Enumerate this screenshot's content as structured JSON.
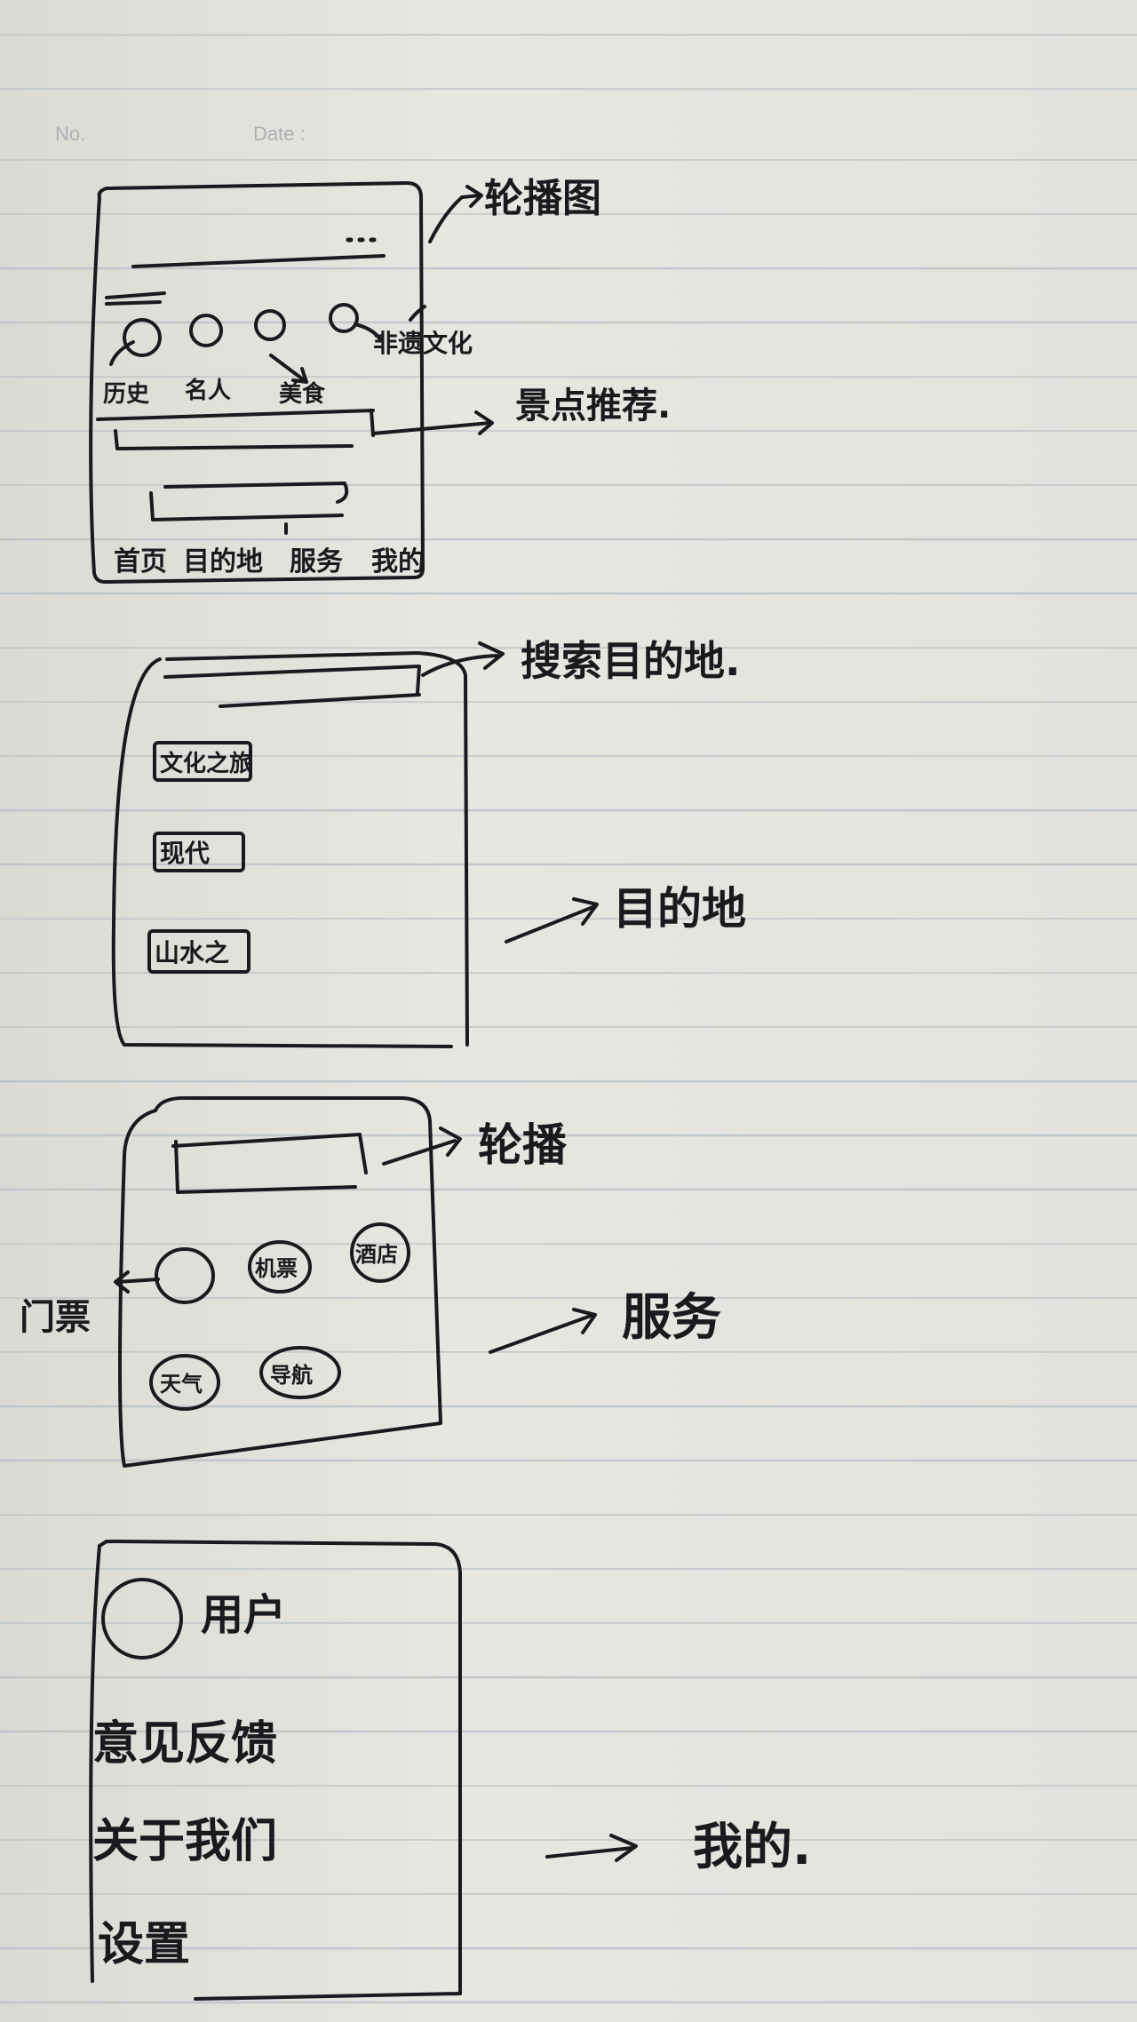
{
  "header": {
    "no_label": "No.",
    "date_label": "Date :"
  },
  "sketch1": {
    "annotation_carousel": "轮播图",
    "icon_labels": [
      "历史",
      "名人",
      "美食",
      "非遗文化"
    ],
    "annotation_recommend": "景点推荐.",
    "tabs": [
      "首页",
      "目的地",
      "服务",
      "我的"
    ]
  },
  "sketch2": {
    "annotation_search": "搜索目的地.",
    "categories": [
      "文化之旅",
      "现代",
      "山水之"
    ],
    "annotation_page": "目的地"
  },
  "sketch3": {
    "annotation_carousel": "轮播",
    "side_label": "门票",
    "services": [
      "机票",
      "酒店",
      "天气",
      "导航"
    ],
    "annotation_page": "服务"
  },
  "sketch4": {
    "user_label": "用户",
    "menu": [
      "意见反馈",
      "关于我们",
      "设置"
    ],
    "annotation_page": "我的."
  },
  "colors": {
    "ink": "#1a1a1e",
    "paper": "#e4e2dd",
    "rule": "#b9c3c9"
  }
}
